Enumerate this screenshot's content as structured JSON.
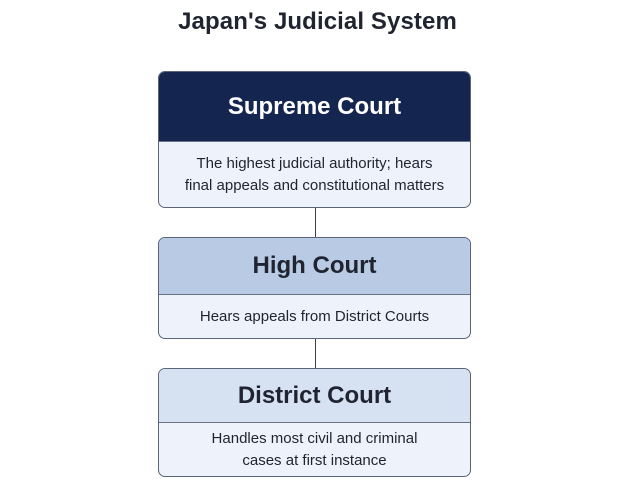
{
  "title": "Japan's Judicial System",
  "courts": [
    {
      "name": "Supreme Court",
      "description": [
        "The highest judicial authority; hears",
        "final appeals and constitutional matters"
      ]
    },
    {
      "name": "High Court",
      "description": [
        "Hears appeals from District Courts"
      ]
    },
    {
      "name": "District Court",
      "description": [
        "Handles most civil and criminal",
        "cases at first instance"
      ]
    }
  ],
  "colors": {
    "supreme_header": "#14254f",
    "high_header": "#b9cbe4",
    "district_header": "#d6e2f1",
    "description_bg": "#eef2fa",
    "connector": "#3b3f4a"
  }
}
